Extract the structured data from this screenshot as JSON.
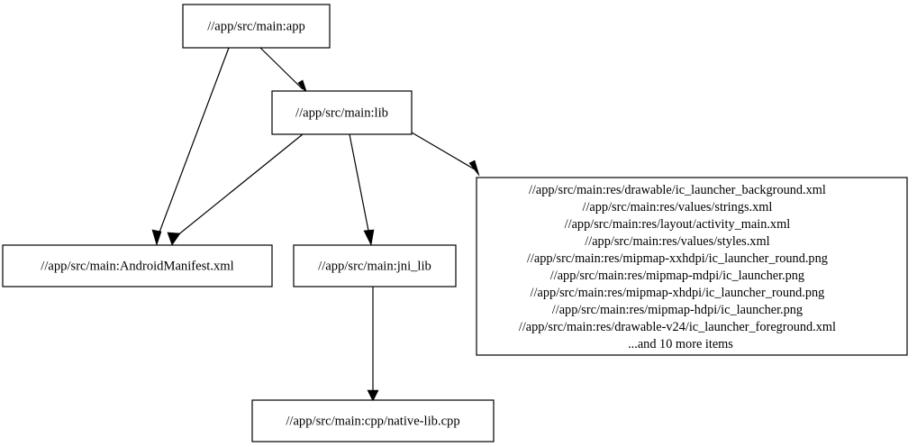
{
  "graph": {
    "type": "directed-dependency-graph",
    "background_color": "#ffffff",
    "node_fill": "#ffffff",
    "node_stroke": "#000000",
    "edge_color": "#000000"
  },
  "nodes": {
    "app": {
      "label": "//app/src/main:app"
    },
    "lib": {
      "label": "//app/src/main:lib"
    },
    "manifest": {
      "label": "//app/src/main:AndroidManifest.xml"
    },
    "jni_lib": {
      "label": "//app/src/main:jni_lib"
    },
    "native_lib": {
      "label": "//app/src/main:cpp/native-lib.cpp"
    },
    "resources": {
      "lines": [
        "//app/src/main:res/drawable/ic_launcher_background.xml",
        "//app/src/main:res/values/strings.xml",
        "//app/src/main:res/layout/activity_main.xml",
        "//app/src/main:res/values/styles.xml",
        "//app/src/main:res/mipmap-xxhdpi/ic_launcher_round.png",
        "//app/src/main:res/mipmap-mdpi/ic_launcher.png",
        "//app/src/main:res/mipmap-xhdpi/ic_launcher_round.png",
        "//app/src/main:res/mipmap-hdpi/ic_launcher.png",
        "//app/src/main:res/drawable-v24/ic_launcher_foreground.xml",
        "...and 10 more items"
      ]
    }
  },
  "edges": [
    {
      "from": "app",
      "to": "lib"
    },
    {
      "from": "app",
      "to": "manifest"
    },
    {
      "from": "lib",
      "to": "manifest"
    },
    {
      "from": "lib",
      "to": "jni_lib"
    },
    {
      "from": "lib",
      "to": "resources"
    },
    {
      "from": "jni_lib",
      "to": "native_lib"
    }
  ]
}
